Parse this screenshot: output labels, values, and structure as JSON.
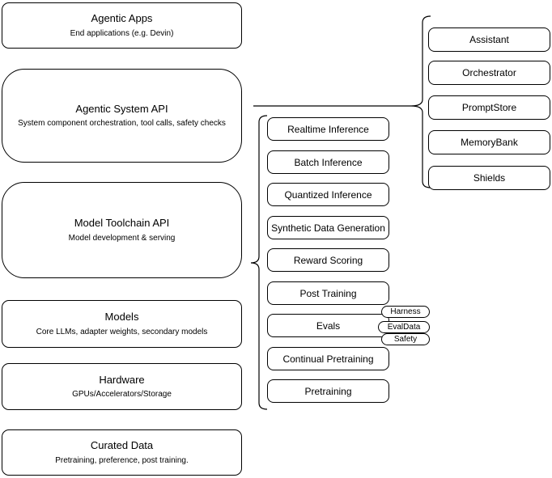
{
  "colors": {
    "background": "#ffffff",
    "node_fill": "#ffffff",
    "stroke": "#000000",
    "text": "#000000"
  },
  "stack_nodes": [
    {
      "title": "Agentic Apps",
      "subtitle": "End applications (e.g. Devin)"
    },
    {
      "title": "Agentic System API",
      "subtitle": "System component orchestration, tool calls, safety checks"
    },
    {
      "title": "Model Toolchain API",
      "subtitle": "Model development & serving"
    },
    {
      "title": "Models",
      "subtitle": "Core LLMs, adapter weights, secondary models"
    },
    {
      "title": "Hardware",
      "subtitle": "GPUs/Accelerators/Storage"
    },
    {
      "title": "Curated Data",
      "subtitle": "Pretraining, preference, post training."
    }
  ],
  "toolchain_items": [
    "Realtime Inference",
    "Batch Inference",
    "Quantized Inference",
    "Synthetic Data Generation",
    "Reward Scoring",
    "Post Training",
    "Evals",
    "Continual Pretraining",
    "Pretraining"
  ],
  "agentic_components": [
    "Assistant",
    "Orchestrator",
    "PromptStore",
    "MemoryBank",
    "Shields"
  ],
  "evals_tags": [
    "Harness",
    "EvalData",
    "Safety"
  ]
}
